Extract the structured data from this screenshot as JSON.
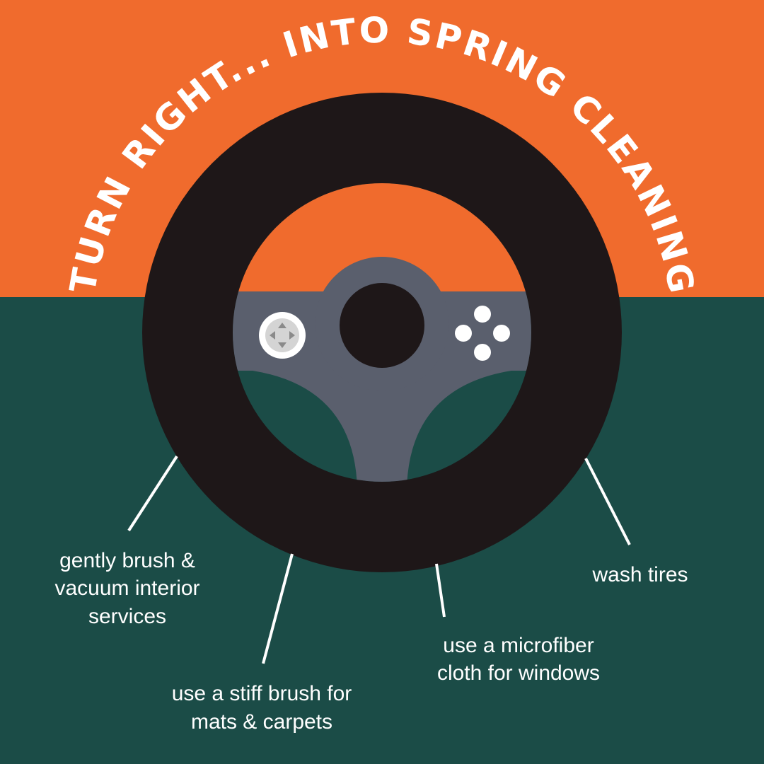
{
  "title": "TURN RIGHT... INTO SPRING CLEANING",
  "colors": {
    "orange": "#f06b2d",
    "green": "#1b4c47",
    "wheel": "#1e1718",
    "gray": "#5a5f6d",
    "white": "#ffffff"
  },
  "tips": [
    {
      "lines": [
        "gently brush &",
        "vacuum interior",
        "services"
      ]
    },
    {
      "lines": [
        "use a stiff brush for",
        "mats & carpets"
      ]
    },
    {
      "lines": [
        "use a microfiber",
        "cloth for windows"
      ]
    },
    {
      "lines": [
        "wash tires"
      ]
    }
  ]
}
